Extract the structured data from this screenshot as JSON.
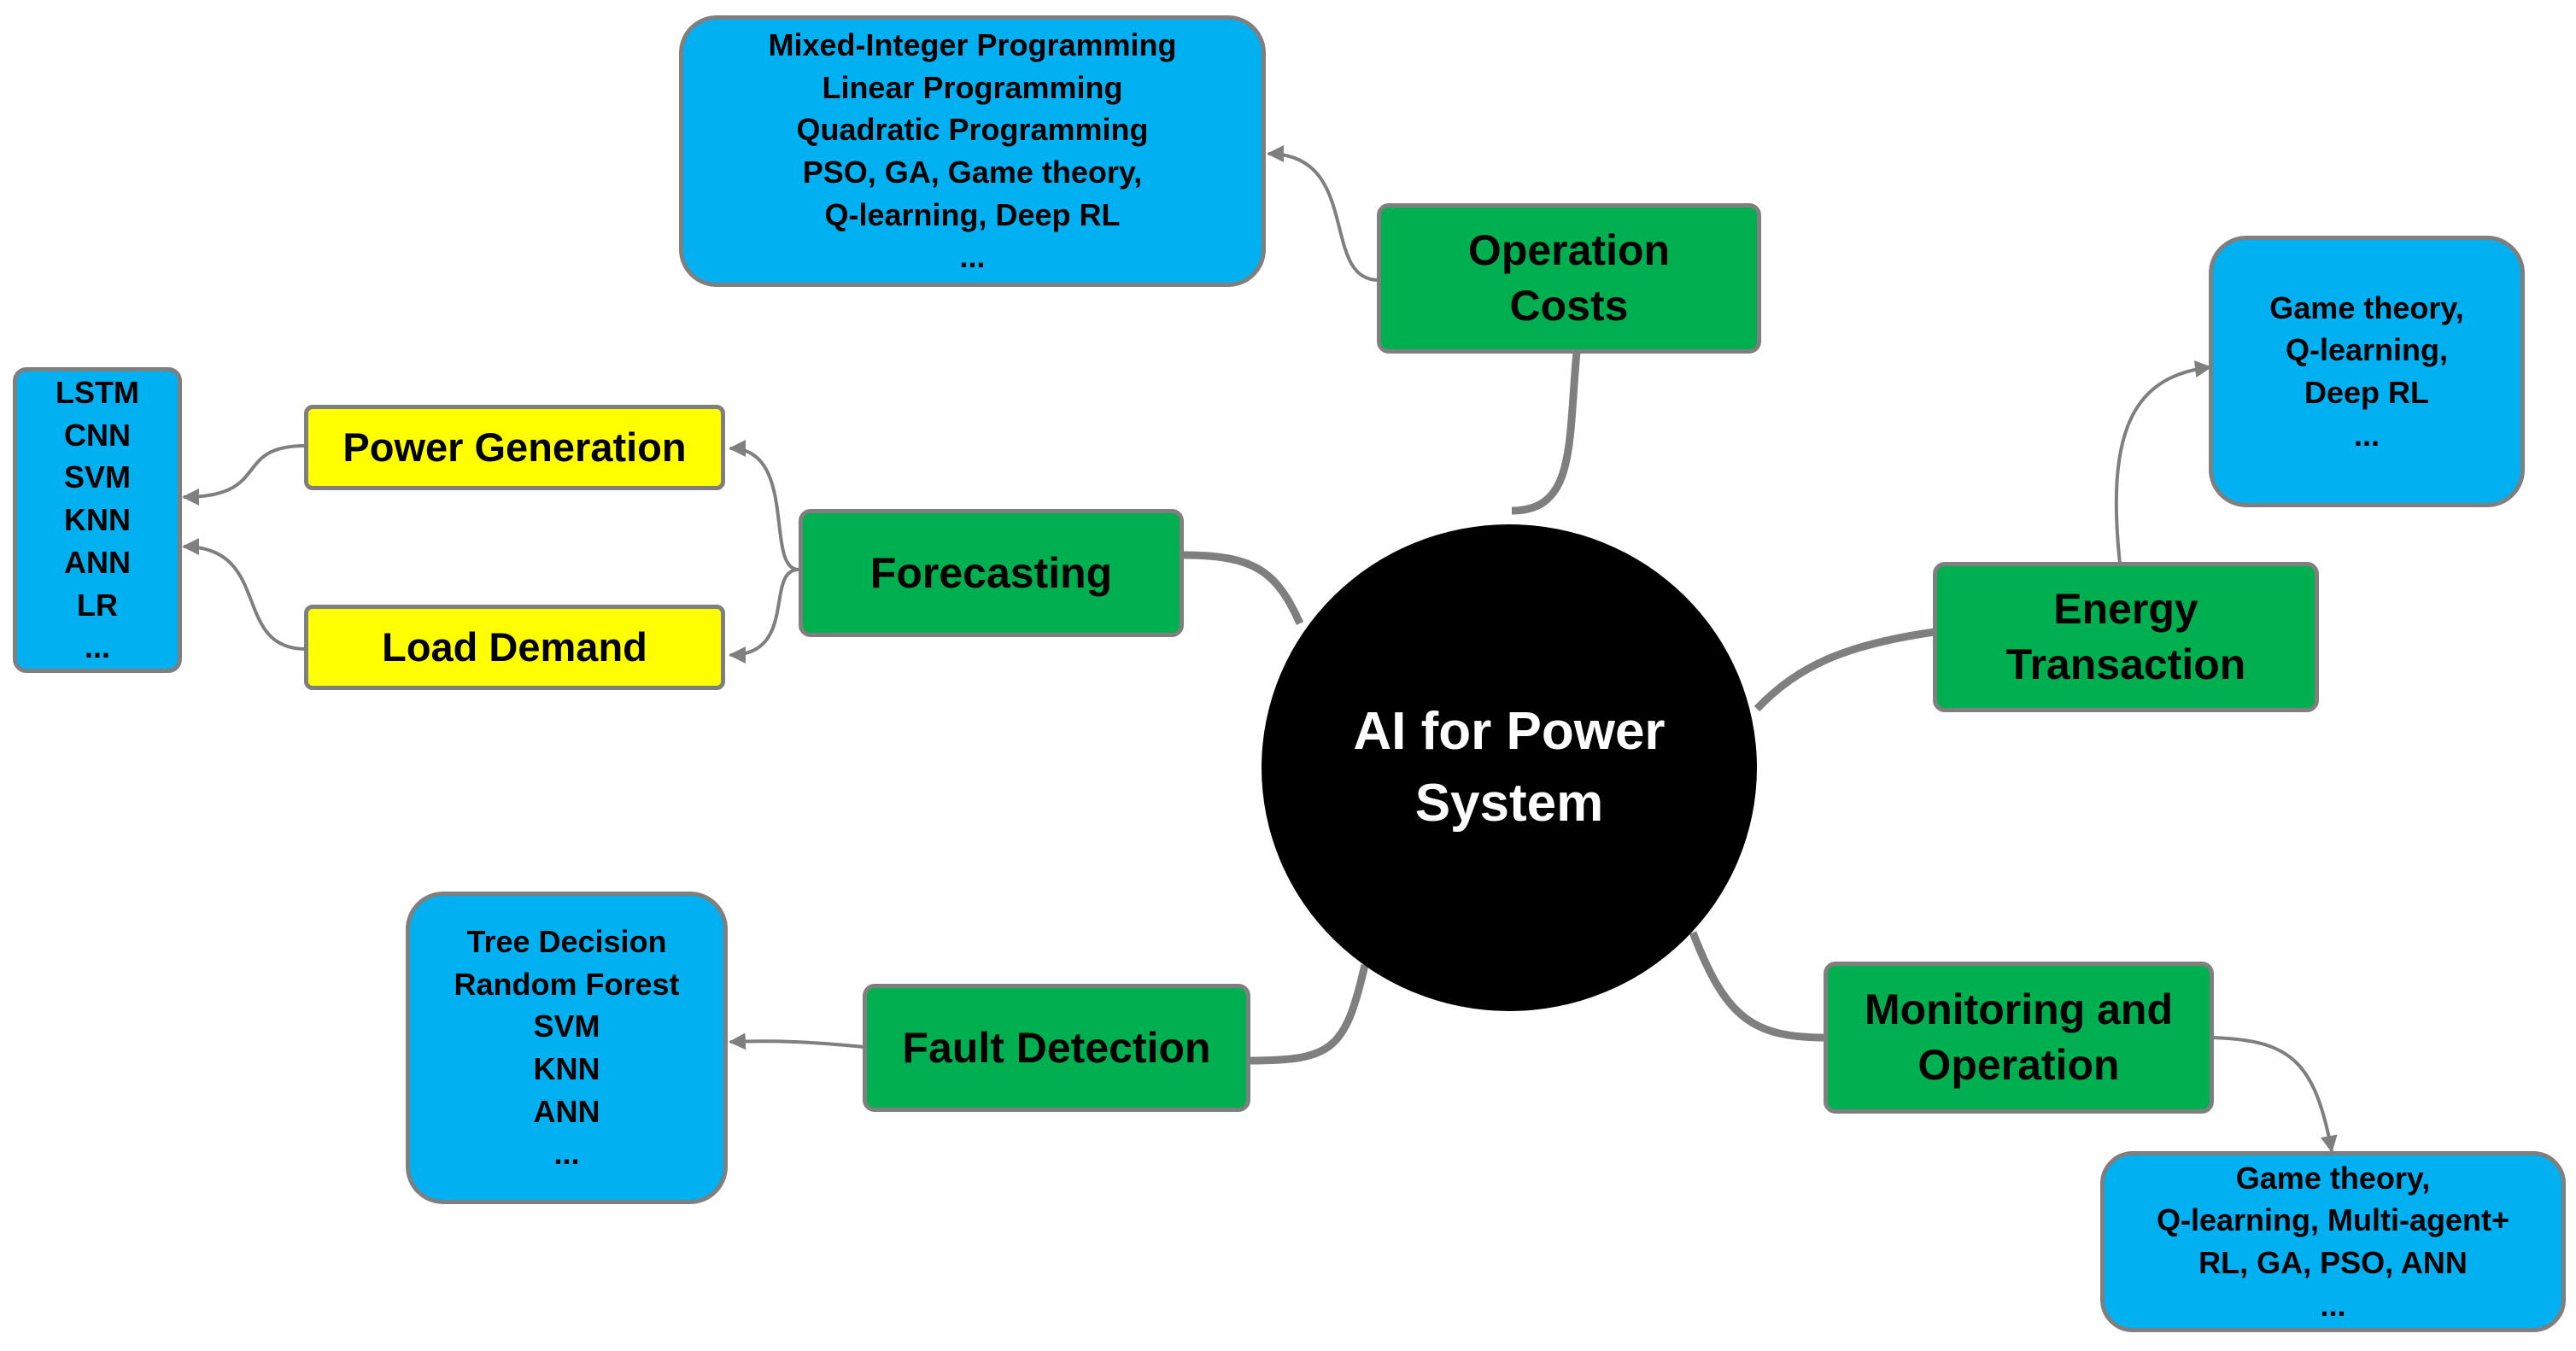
{
  "center": {
    "lines": [
      "AI for Power",
      "System"
    ]
  },
  "operation_costs": {
    "label": [
      "Operation",
      "Costs"
    ],
    "methods": [
      "Mixed-Integer Programming",
      "Linear Programming",
      "Quadratic Programming",
      "PSO, GA, Game theory,",
      "Q-learning, Deep RL",
      "..."
    ]
  },
  "forecasting": {
    "label": [
      "Forecasting"
    ],
    "power_generation": [
      "Power Generation"
    ],
    "load_demand": [
      "Load Demand"
    ],
    "methods": [
      "LSTM",
      "CNN",
      "SVM",
      "KNN",
      "ANN",
      "LR",
      "..."
    ]
  },
  "energy_transaction": {
    "label": [
      "Energy",
      "Transaction"
    ],
    "methods": [
      "Game theory,",
      "Q-learning,",
      "Deep RL",
      "..."
    ]
  },
  "fault_detection": {
    "label": [
      "Fault Detection"
    ],
    "methods": [
      "Tree Decision",
      "Random Forest",
      "SVM",
      "KNN",
      "ANN",
      "..."
    ]
  },
  "monitoring_operation": {
    "label": [
      "Monitoring and",
      "Operation"
    ],
    "methods": [
      "Game theory,",
      "Q-learning, Multi-agent+",
      "RL, GA, PSO, ANN",
      "..."
    ]
  },
  "colors": {
    "category": "#00b050",
    "sub_target": "#ffff00",
    "methods": "#00b0f0",
    "hub": "#000000",
    "hub_text": "#ffffff",
    "border": "#7f7f7f",
    "connector": "#7f7f7f"
  }
}
